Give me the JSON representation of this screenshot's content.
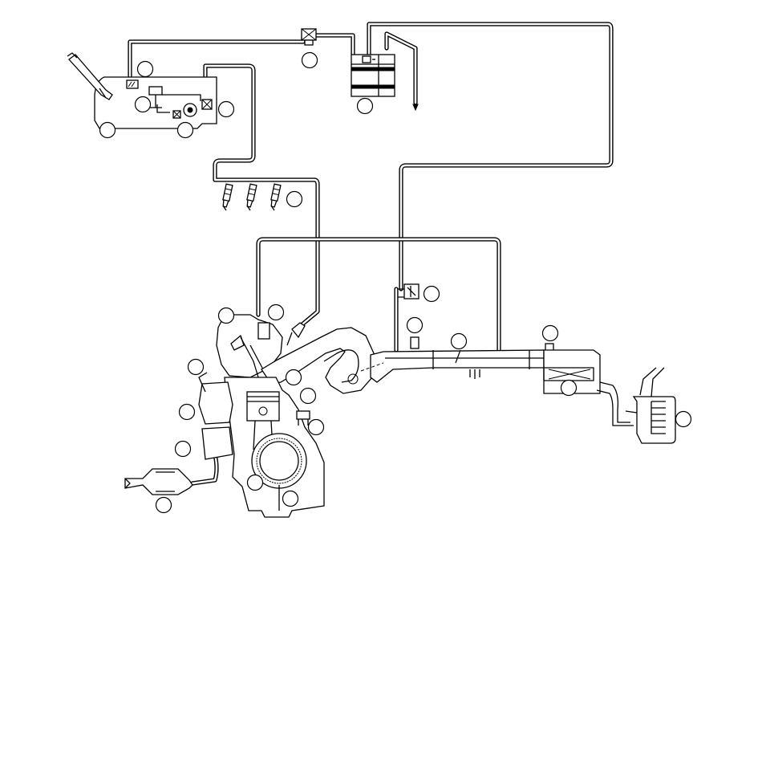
{
  "diagram": {
    "kind": "engine-fuel-and-emission-system-schematic",
    "line_color": "#000000",
    "background": "#ffffff",
    "components": [
      "fuel-tank",
      "fuel-filler-neck",
      "fuel-pump",
      "fuel-injectors",
      "charcoal-canister",
      "purge-valve",
      "throttle-body",
      "intake-manifold",
      "engine-block",
      "flywheel",
      "catalytic-converter",
      "air-filter-box",
      "air-intake-duct"
    ],
    "callouts_count": 25
  }
}
